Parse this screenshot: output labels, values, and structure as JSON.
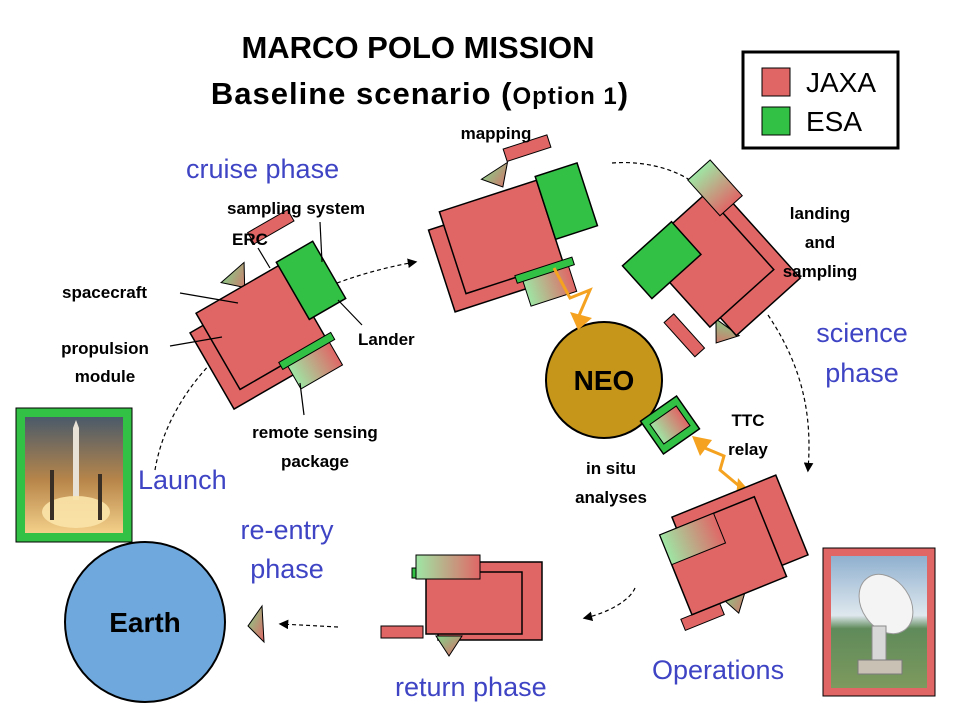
{
  "title": {
    "line1": "MARCO POLO MISSION",
    "line2_main": "Baseline scenario (",
    "line2_option": "Option 1",
    "line2_end": ")"
  },
  "legend": [
    {
      "label": "JAXA",
      "color": "#e06666"
    },
    {
      "label": "ESA",
      "color": "#33c145"
    }
  ],
  "phases": {
    "cruise": "cruise phase",
    "science_line1": "science",
    "science_line2": "phase",
    "reentry_line1": "re-entry",
    "reentry_line2": "phase",
    "launch": "Launch",
    "return": "return phase",
    "operations": "Operations"
  },
  "labels": {
    "mapping": "mapping",
    "sampling_system": "sampling system",
    "erc": "ERC",
    "spacecraft": "spacecraft",
    "propulsion_line1": "propulsion",
    "propulsion_line2": "module",
    "lander": "Lander",
    "remote_sensing_line1": "remote sensing",
    "remote_sensing_line2": "package",
    "landing_line1": "landing",
    "landing_line2": "and",
    "landing_line3": "sampling",
    "ttc_line1": "TTC",
    "ttc_line2": "relay",
    "in_situ_line1": "in situ",
    "in_situ_line2": "analyses"
  },
  "bodies": {
    "neo": "NEO",
    "earth": "Earth"
  },
  "colors": {
    "jaxa_red": "#e06666",
    "esa_green": "#33c145",
    "phase_blue": "#3e44c4",
    "neo_fill": "#c6961a",
    "earth_fill": "#6fa8dc",
    "antenna_orange": "#f4a21f"
  },
  "icons": {
    "launch_photo": "rocket-launch-photo",
    "operations_photo": "ground-antenna-photo"
  }
}
